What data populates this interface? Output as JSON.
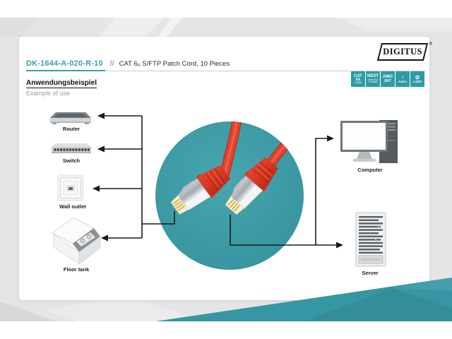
{
  "header": {
    "product_code": "DK-1644-A-020-R-10",
    "separator": "//",
    "product_title": {
      "prefix": "CAT 6",
      "sub": "A",
      "rest": " S/FTP Patch Cord, 10 Pieces"
    },
    "brand": "DIGITUS",
    "registered_mark": "®",
    "badges": [
      {
        "id": "cat6a",
        "line1": "CAT",
        "line2": "6A",
        "line3": "10GBit"
      },
      {
        "id": "next",
        "line1": "NEXT",
        "line2": "Near End",
        "line3": "Crosstalk"
      },
      {
        "id": "awg",
        "line1": "AWG",
        "line2": "26/7",
        "line3": ""
      },
      {
        "id": "gold-contacts",
        "line1": "↑",
        "line2": "AuCu",
        "line3": ""
      },
      {
        "id": "lszh",
        "line1": "⊘",
        "line2": "LSZH",
        "line3": ""
      }
    ]
  },
  "section": {
    "heading_de": "Anwendungsbeispiel",
    "heading_en": "Example of use"
  },
  "diagram": {
    "labels": {
      "router": "Router",
      "switch": "Switch",
      "wall_outlet": "Wall outlet",
      "floor_tank": "Floor tank",
      "computer": "Computer",
      "server": "Server"
    }
  },
  "colors": {
    "accent_teal": "#3A9EA9",
    "cable_red": "#DE3A28",
    "line_black": "#1A1A1A",
    "band_gray": "#E3E5E6"
  }
}
